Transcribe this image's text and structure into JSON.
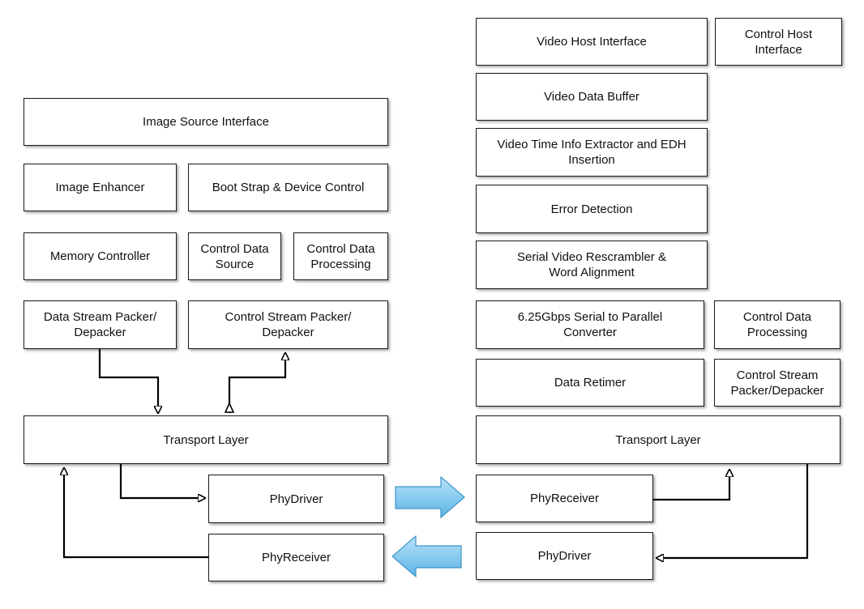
{
  "sender": {
    "image_source_interface": "Image Source Interface",
    "image_enhancer": "Image Enhancer",
    "boot_strap": "Boot Strap & Device Control",
    "memory_controller": "Memory Controller",
    "control_data_source": "Control Data\nSource",
    "control_data_processing": "Control Data\nProcessing",
    "data_stream_packer": "Data Stream Packer/\nDepacker",
    "control_stream_packer": "Control Stream Packer/\nDepacker",
    "transport_layer": "Transport Layer",
    "phy_driver": "PhyDriver",
    "phy_receiver": "PhyReceiver"
  },
  "receiver": {
    "video_host_interface": "Video Host Interface",
    "control_host_interface": "Control Host\nInterface",
    "video_data_buffer": "Video Data Buffer",
    "video_time_info": "Video Time Info Extractor and EDH\nInsertion",
    "error_detection": "Error Detection",
    "serial_video_rescrambler": "Serial Video Rescrambler &\nWord Alignment",
    "serial_to_parallel": "6.25Gbps Serial to Parallel\nConverter",
    "control_data_processing": "Control Data\nProcessing",
    "data_retimer": "Data Retimer",
    "control_stream_packer": "Control Stream\nPacker/Depacker",
    "transport_layer": "Transport Layer",
    "phy_receiver": "PhyReceiver",
    "phy_driver": "PhyDriver"
  },
  "colors": {
    "link_arrow_fill": "#7cc7ee",
    "link_arrow_stroke": "#3d95c8",
    "box_border": "#1a1a1a"
  }
}
